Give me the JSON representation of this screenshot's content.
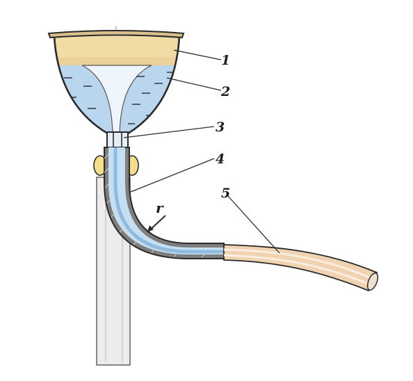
{
  "callouts": [
    {
      "id": "1",
      "label": "1"
    },
    {
      "id": "2",
      "label": "2"
    },
    {
      "id": "3",
      "label": "3"
    },
    {
      "id": "4",
      "label": "4"
    },
    {
      "id": "5",
      "label": "5"
    }
  ],
  "radius_label": "r",
  "colors": {
    "ink": "#2a2a2a",
    "sand_layer": "#f1dca6",
    "sand_shade": "#e7c999",
    "liquid": "#b9d6ee",
    "liquid_dark": "#8fbbe0",
    "fiber": "#f0d3b0",
    "fiber_stripe": "#fbeee0",
    "tube_wall": "#3b3b3b",
    "rod": "#e8e8e8",
    "ring": "#f4de8c"
  }
}
